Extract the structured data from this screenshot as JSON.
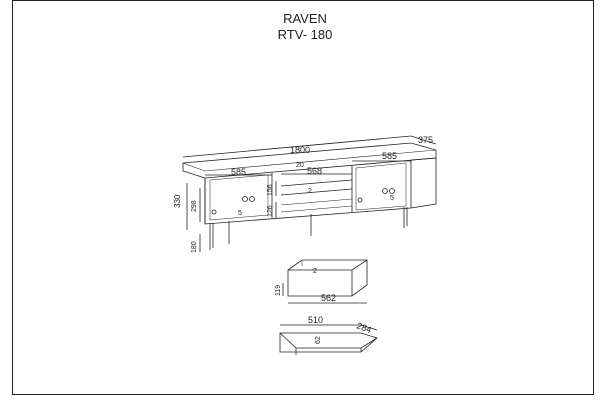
{
  "header": {
    "model_name": "RAVEN",
    "model_code": "RTV- 180"
  },
  "cabinet": {
    "width": "1800",
    "depth": "375",
    "height": "330",
    "compartment_left_width": "585",
    "compartment_right_width": "585",
    "compartment_center_width": "568",
    "top_thickness": "20",
    "inner_height": "298",
    "shelf_height": "156",
    "lower_height": "126",
    "leg_height": "180",
    "shelf_count_center": "2",
    "shelf_count_left": "5",
    "shelf_count_right": "5"
  },
  "drawer": {
    "width": "562",
    "height": "119",
    "count": "2"
  },
  "insert": {
    "width": "510",
    "depth": "284",
    "height": "62"
  },
  "colors": {
    "line": "#222222",
    "background": "#ffffff"
  }
}
